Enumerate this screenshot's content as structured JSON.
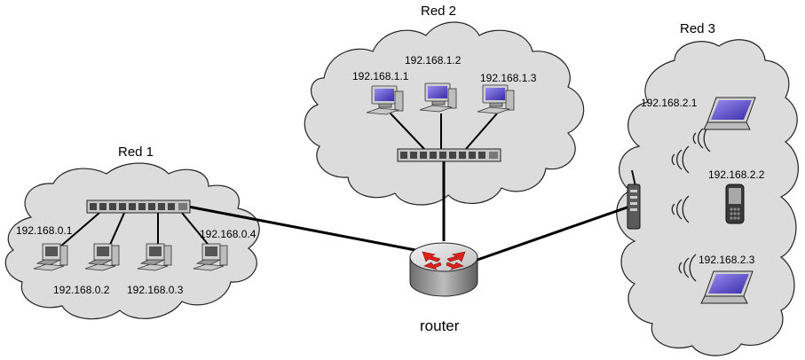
{
  "networks": [
    {
      "title": "Red 1",
      "hosts": [
        "192.168.0.1",
        "192.168.0.2",
        "192.168.0.3",
        "192.168.0.4"
      ]
    },
    {
      "title": "Red 2",
      "hosts": [
        "192.168.1.1",
        "192.168.1.2",
        "192.168.1.3"
      ]
    },
    {
      "title": "Red 3",
      "hosts": [
        "192.168.2.1",
        "192.168.2.2",
        "192.168.2.3"
      ]
    }
  ],
  "router": {
    "label": "router"
  },
  "icons": {
    "pc_screen_color": "#6a5acd",
    "router_arrow_color": "#e0201b",
    "cloud_color": "#dcdcdc"
  }
}
